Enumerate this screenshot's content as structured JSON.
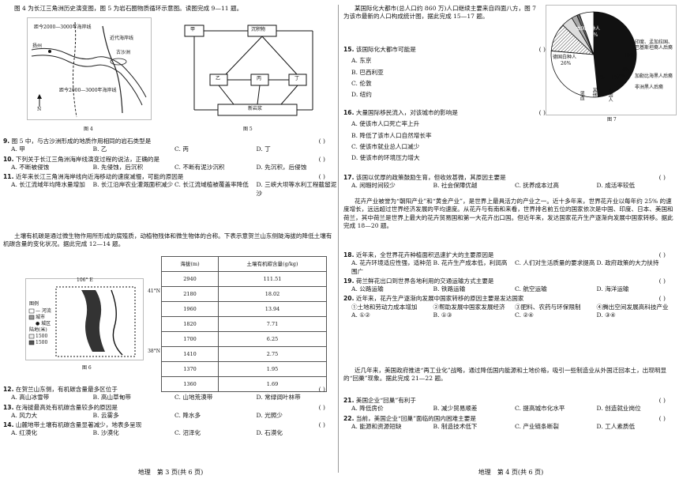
{
  "left": {
    "intro1": "图 4 为长江三角洲历史演变图，图 5 为岩石圈物质循环示意图。读图完成 9—11 题。",
    "fig4": {
      "caption": "图 4",
      "labels": [
        "距今2000—3000年海岸线",
        "扬州",
        "近代海岸线",
        "古沙洲",
        "距今2000—3000年海岸线",
        "N"
      ]
    },
    "fig5": {
      "caption": "图 5",
      "nodes": [
        "甲",
        "沉积物",
        "乙",
        "丙",
        "丁",
        "新岩浆"
      ]
    },
    "q9": {
      "num": "9.",
      "text": "图 5 中，与古沙洲形成的地质作用相同的岩石类型是",
      "paren": "(      )",
      "opts": [
        "A. 甲",
        "B. 乙",
        "C. 丙",
        "D. 丁"
      ]
    },
    "q10": {
      "num": "10.",
      "text": "下列关于长江三角洲海岸线演变过程的说法，正确的是",
      "paren": "(      )",
      "opts": [
        "A. 不断被侵蚀",
        "B. 先侵蚀，后沉积",
        "C. 不断有泥沙沉积",
        "D. 先沉积，后侵蚀"
      ]
    },
    "q11": {
      "num": "11.",
      "text": "近年来长江三角洲海岸线向近海移动的速度减慢，可能的原因是",
      "paren": "(      )",
      "opts": [
        "A. 长江流域年均降水量增加",
        "B. 长江沿岸农业灌溉面积减少",
        "C. 长江流域植被覆盖率降低",
        "D. 三峡大坝等水利工程截留泥沙"
      ]
    },
    "intro2": "土壤有机碳是通过微生物作用所形成的腐殖质，动植物残体和微生物体的合称。下表示意贺兰山东侧陡海拔的降低土壤有机碳含量的变化状况。据此完成 12—14 题。",
    "fig6": {
      "caption": "图 6",
      "lon": "106° E",
      "lat1": "41°N",
      "lat2": "38°N",
      "legend": [
        "图例",
        "— 河流",
        "城市",
        "● 城区",
        "陆地(米)",
        "1500",
        "1500"
      ]
    },
    "table": {
      "h1": "海拔(m)",
      "h2": "土壤有机碳含量(g/kg)",
      "rows": [
        [
          "2940",
          "111.51"
        ],
        [
          "2180",
          "18.02"
        ],
        [
          "1960",
          "13.94"
        ],
        [
          "1820",
          "7.71"
        ],
        [
          "1700",
          "6.25"
        ],
        [
          "1410",
          "2.75"
        ],
        [
          "1370",
          "1.95"
        ],
        [
          "1360",
          "1.69"
        ]
      ]
    },
    "q12": {
      "num": "12.",
      "text": "在贺兰山东侧，有机碳含量最多区位于",
      "paren": "(      )",
      "opts": [
        "A. 高山冰雪带",
        "B. 高山草甸带",
        "C. 山地荒漠带",
        "D. 常绿阔叶林带"
      ]
    },
    "q13": {
      "num": "13.",
      "text": "在海拔最高处有机碳含量较多的原因是",
      "paren": "(      )",
      "opts": [
        "A. 风力大",
        "B. 云雾多",
        "C. 降水多",
        "D. 光照少"
      ]
    },
    "q14": {
      "num": "14.",
      "text": "山麓地带土壤有机碳含量显著减少，地表多呈现",
      "paren": "(      )",
      "opts": [
        "A. 红漠化",
        "B. 沙漠化",
        "C. 沼泽化",
        "D. 石漠化"
      ]
    },
    "footer": "地理　第 3 页(共 6 页)"
  },
  "right": {
    "intro": "某国际化大都市(总人口约 860 万)人口继续主要来自四面八方，图 7 为该市最新的人口构成统计图，据此完成 15—17 题。",
    "paren15": "(      )",
    "q15": {
      "num": "15.",
      "text": "该国际化大都市可能是",
      "opts": [
        "A. 东京",
        "B. 巴西利亚",
        "C. 伦敦",
        "D. 纽约"
      ]
    },
    "q16": {
      "num": "16.",
      "text": "大量国际移民流入，对该城市的影响是",
      "paren": "(      )",
      "opts": [
        "A. 使该市人口死亡率上升",
        "B. 降低了该市人口自然增长率",
        "C. 使该市就业总人口减少",
        "D. 使该市的环境压力增大"
      ]
    },
    "q17": {
      "num": "17.",
      "text": "该国以优厚的政策鼓励生育，但收效甚微，其原因主要是",
      "paren": "(      )",
      "opts": [
        "A. 闲暇时间较少",
        "B. 社会保障优越",
        "C. 抚养成本过高",
        "D. 成活率较低"
      ]
    },
    "intro2": "花卉产业被誉为“朝阳产业”和“黄金产业”，是世界上最具活力的产业之一。近十多年来，世界花卉业以每年约 25% 的速度增长，远远超过世界经济发展的平均速度。从花卉与有南和来看，世界排名前五位的国家依次是中国、印度、日本、美国和荷兰，其中荷兰是世界上最大的花卉贸易国和第一大花卉出口国。但近年来，发达国家花卉生产逐渐向发展中国家转移。据此完成 18—20 题。",
    "q18": {
      "num": "18.",
      "text": "近年来，全世界花卉种植面积迅速扩大的主要原因是",
      "paren": "(      )",
      "opts": [
        "A. 花卉环境适应性强，适种范围广",
        "B. 花卉生产成本低，利润高",
        "C. 人们对生活质量的要求提高",
        "D. 政府政策的大力扶持"
      ]
    },
    "q19": {
      "num": "19.",
      "text": "荷兰鲜花出口到世界各地利用的交通运输方式主要是",
      "paren": "(      )",
      "opts": [
        "A. 公路运输",
        "B. 铁路运输",
        "C. 航空运输",
        "D. 海洋运输"
      ]
    },
    "q20": {
      "num": "20.",
      "text": "近年来，花卉生产逐渐向发展中国家转移的原因主要是发达国家",
      "paren": "(      )",
      "items": [
        "①土地和劳动力成本增加",
        "②帮助发展中国家发展经济",
        "③肥料、农药与环保限制",
        "④腾出空间发展高科技产业"
      ],
      "opts": [
        "A. ①②",
        "B. ①③",
        "C. ②④",
        "D. ③④"
      ]
    },
    "intro3": "近几年来，美国政府推进“再工业化”战略，通过降低国内能源和土地价格，吸引一些制造业从外国迁回本土，出现明显的“回巢”现象。据此完成 21—22 题。",
    "q21": {
      "num": "21.",
      "text": "美国企业“回巢”有利于",
      "paren": "(      )",
      "opts": [
        "A. 降低房价",
        "B. 减少贸易顺差",
        "C. 提高城市化水平",
        "D. 创造就业岗位"
      ]
    },
    "q22": {
      "num": "22.",
      "text": "当前，美国企业“回巢”面临的国内困难主要是",
      "paren": "(      )",
      "opts": [
        "A. 能源和资源短缺",
        "B. 制造技术低下",
        "C. 产业链条断裂",
        "D. 工人素质低"
      ]
    },
    "fig7": {
      "caption": "图 7",
      "labels": [
        "本国白种人",
        "45%",
        "德国白种人",
        "26%",
        "印度、孟加拉国、巴基斯坦裔人后裔",
        "10%",
        "加勒比海黑人后裔",
        "4%",
        "非洲黑人后裔",
        "2%",
        "中国人",
        "1%",
        "其他",
        "5%",
        "混血"
      ]
    },
    "footer": "地理　第 4 页(共 6 页)"
  },
  "chart_data": {
    "type": "pie",
    "values": [
      45,
      26,
      10,
      4,
      2,
      1,
      5
    ],
    "categories": [
      "本国白种人",
      "德国白种人",
      "印度、孟加拉国、巴基斯坦裔人后裔",
      "加勒比海黑人后裔",
      "非洲黑人后裔",
      "中国人",
      "其他"
    ],
    "title": "图 7"
  }
}
